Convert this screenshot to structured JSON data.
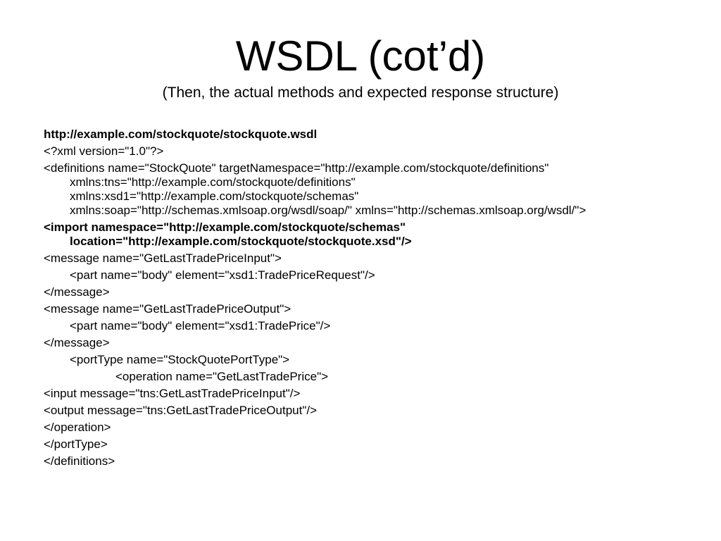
{
  "slide": {
    "title": "WSDL (cot’d)",
    "subtitle": "(Then, the actual methods and expected response structure)"
  },
  "code": {
    "url": "http://example.com/stockquote/stockquote.wsdl",
    "xml_decl": "<?xml version=\"1.0\"?>",
    "definitions_open": [
      "<definitions name=\"StockQuote\" targetNamespace=\"http://example.com/stockquote/definitions\"",
      "xmlns:tns=\"http://example.com/stockquote/definitions\"",
      "xmlns:xsd1=\"http://example.com/stockquote/schemas\"",
      "xmlns:soap=\"http://schemas.xmlsoap.org/wsdl/soap/\" xmlns=\"http://schemas.xmlsoap.org/wsdl/\">"
    ],
    "import": [
      "<import namespace=\"http://example.com/stockquote/schemas\"",
      "location=\"http://example.com/stockquote/stockquote.xsd\"/>"
    ],
    "message1_open": "<message name=\"GetLastTradePriceInput\">",
    "message1_part": "<part name=\"body\" element=\"xsd1:TradePriceRequest\"/>",
    "message1_close": "</message>",
    "message2_open": "<message name=\"GetLastTradePriceOutput\">",
    "message2_part": "<part name=\"body\" element=\"xsd1:TradePrice\"/>",
    "message2_close": "</message>",
    "porttype_open": "<portType name=\"StockQuotePortType\">",
    "operation_open": "<operation name=\"GetLastTradePrice\">",
    "input": "<input message=\"tns:GetLastTradePriceInput\"/>",
    "output": "<output message=\"tns:GetLastTradePriceOutput\"/>",
    "operation_close": "</operation>",
    "porttype_close": "</portType>",
    "definitions_close": "</definitions>"
  }
}
